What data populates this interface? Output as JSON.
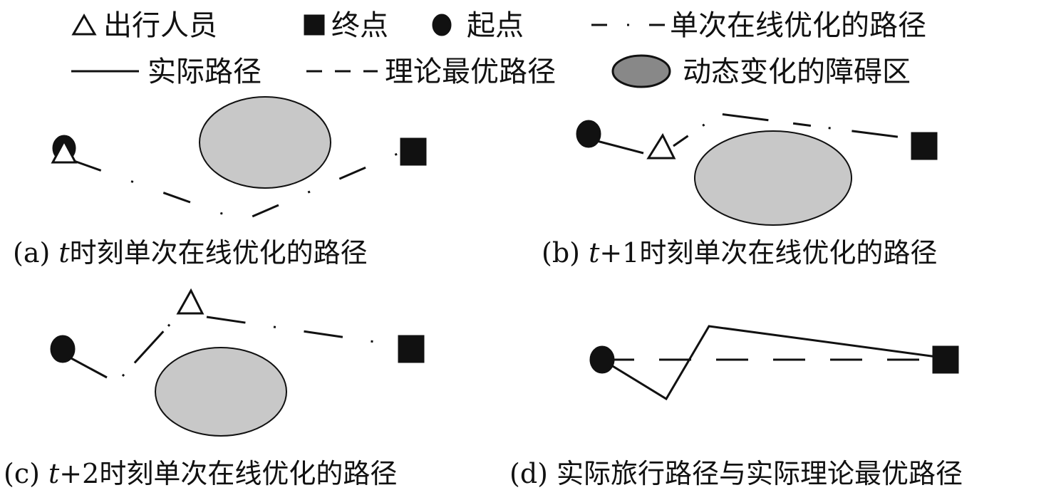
{
  "legend": {
    "traveler": "出行人员",
    "end_point": "终点",
    "start_point": "起点",
    "single_online_path": "单次在线优化的路径",
    "actual_path": "实际路径",
    "theoretical_optimal_path": "理论最优路径",
    "dynamic_obstacle": "动态变化的障碍区"
  },
  "panels": {
    "a": {
      "prefix": "(a) ",
      "var": "t",
      "rest": "时刻单次在线优化的路径"
    },
    "b": {
      "prefix": "(b) ",
      "var": "t",
      "rest": "+1时刻单次在线优化的路径"
    },
    "c": {
      "prefix": "(c) ",
      "var": "t",
      "rest": "+2时刻单次在线优化的路径"
    },
    "d": {
      "caption": "(d) 实际旅行路径与实际理论最优路径"
    }
  },
  "colors": {
    "obstacle_fill": "#c8c8c8",
    "stroke": "#111111"
  }
}
